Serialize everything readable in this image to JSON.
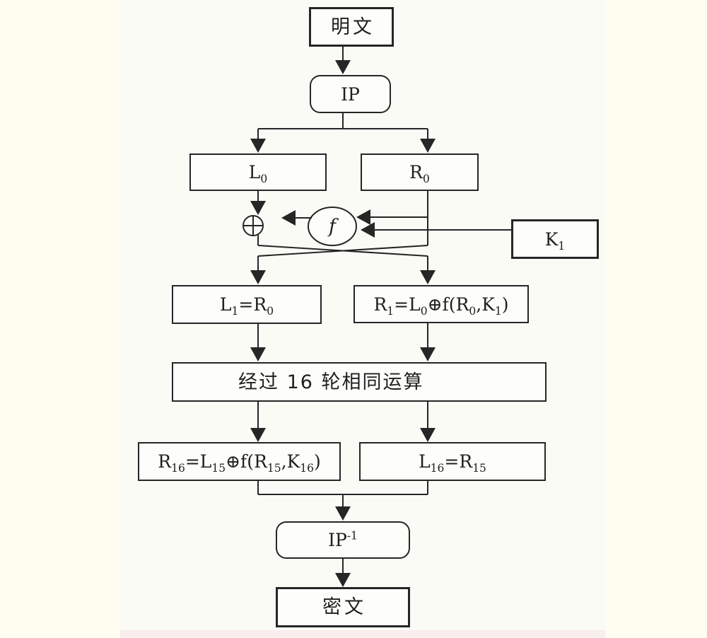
{
  "colors": {
    "page_background": "#fffdef",
    "canvas_background": "#fbfbf6",
    "bottom_strip": "#f9eeee",
    "line": "#262626",
    "box_fill": "#fdfdfa",
    "text": "#1f1f1f"
  },
  "nodes": {
    "plaintext": {
      "label": "明文"
    },
    "initial_permutation": {
      "label": "IP"
    },
    "l0": {
      "segments": [
        {
          "t": "L"
        },
        {
          "t": "0",
          "s": "sub"
        }
      ]
    },
    "r0": {
      "segments": [
        {
          "t": "R"
        },
        {
          "t": "0",
          "s": "sub"
        }
      ]
    },
    "round_function": {
      "label": "f"
    },
    "xor_symbol": "⊕",
    "k1": {
      "segments": [
        {
          "t": "K"
        },
        {
          "t": "1",
          "s": "sub"
        }
      ]
    },
    "l1": {
      "segments": [
        {
          "t": "L"
        },
        {
          "t": "1",
          "s": "sub"
        },
        {
          "t": "=R"
        },
        {
          "t": "0",
          "s": "sub"
        }
      ]
    },
    "r1": {
      "segments": [
        {
          "t": "R"
        },
        {
          "t": "1",
          "s": "sub"
        },
        {
          "t": "=L"
        },
        {
          "t": "0",
          "s": "sub"
        },
        {
          "t": "⊕f(R"
        },
        {
          "t": "0",
          "s": "sub"
        },
        {
          "t": ",K"
        },
        {
          "t": "1",
          "s": "sub"
        },
        {
          "t": ")"
        }
      ]
    },
    "rounds": {
      "label": "经过 16 轮相同运算"
    },
    "r16": {
      "segments": [
        {
          "t": "R"
        },
        {
          "t": "16",
          "s": "sub"
        },
        {
          "t": "=L"
        },
        {
          "t": "15",
          "s": "sub"
        },
        {
          "t": "⊕f(R"
        },
        {
          "t": "15",
          "s": "sub"
        },
        {
          "t": ",K"
        },
        {
          "t": "16",
          "s": "sub"
        },
        {
          "t": ")"
        }
      ]
    },
    "l16": {
      "segments": [
        {
          "t": "L"
        },
        {
          "t": "16",
          "s": "sub"
        },
        {
          "t": "=R"
        },
        {
          "t": "15",
          "s": "sub"
        }
      ]
    },
    "inverse_permutation": {
      "segments": [
        {
          "t": "IP"
        },
        {
          "t": "-1",
          "s": "sup"
        }
      ]
    },
    "ciphertext": {
      "label": "密文"
    }
  }
}
